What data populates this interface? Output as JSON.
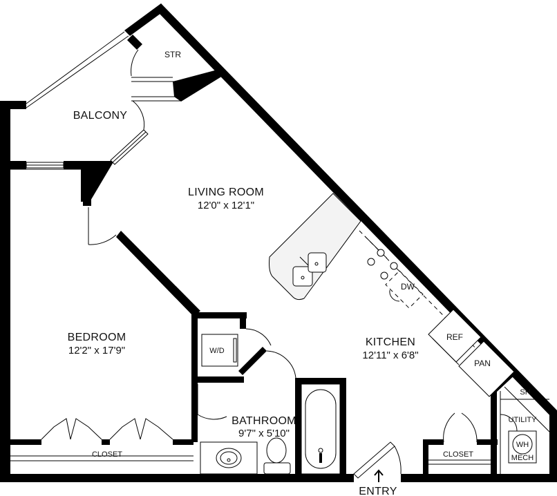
{
  "rooms": {
    "living": {
      "name": "LIVING ROOM",
      "dims": "12'0\" x 12'1\""
    },
    "bedroom": {
      "name": "BEDROOM",
      "dims": "12'2\" x 17'9\""
    },
    "kitchen": {
      "name": "KITCHEN",
      "dims": "12'11\" x 6'8\""
    },
    "bathroom": {
      "name": "BATHROOM",
      "dims": "9'7\" x 5'10\""
    },
    "balcony": {
      "name": "BALCONY"
    }
  },
  "labels": {
    "storage": "STR",
    "dishwasher": "DW",
    "refrigerator": "REF",
    "pantry": "PAN",
    "washer_dryer": "W/D",
    "shower": "SH",
    "utility": "UTILITY",
    "water_heater": "WH",
    "mech": "MECH",
    "bedroom_closet": "CLOSET",
    "entry_closet": "CLOSET",
    "entry": "ENTRY"
  },
  "colors": {
    "wall": "#000000",
    "background": "#ffffff",
    "counter": "#f3f3f3"
  }
}
